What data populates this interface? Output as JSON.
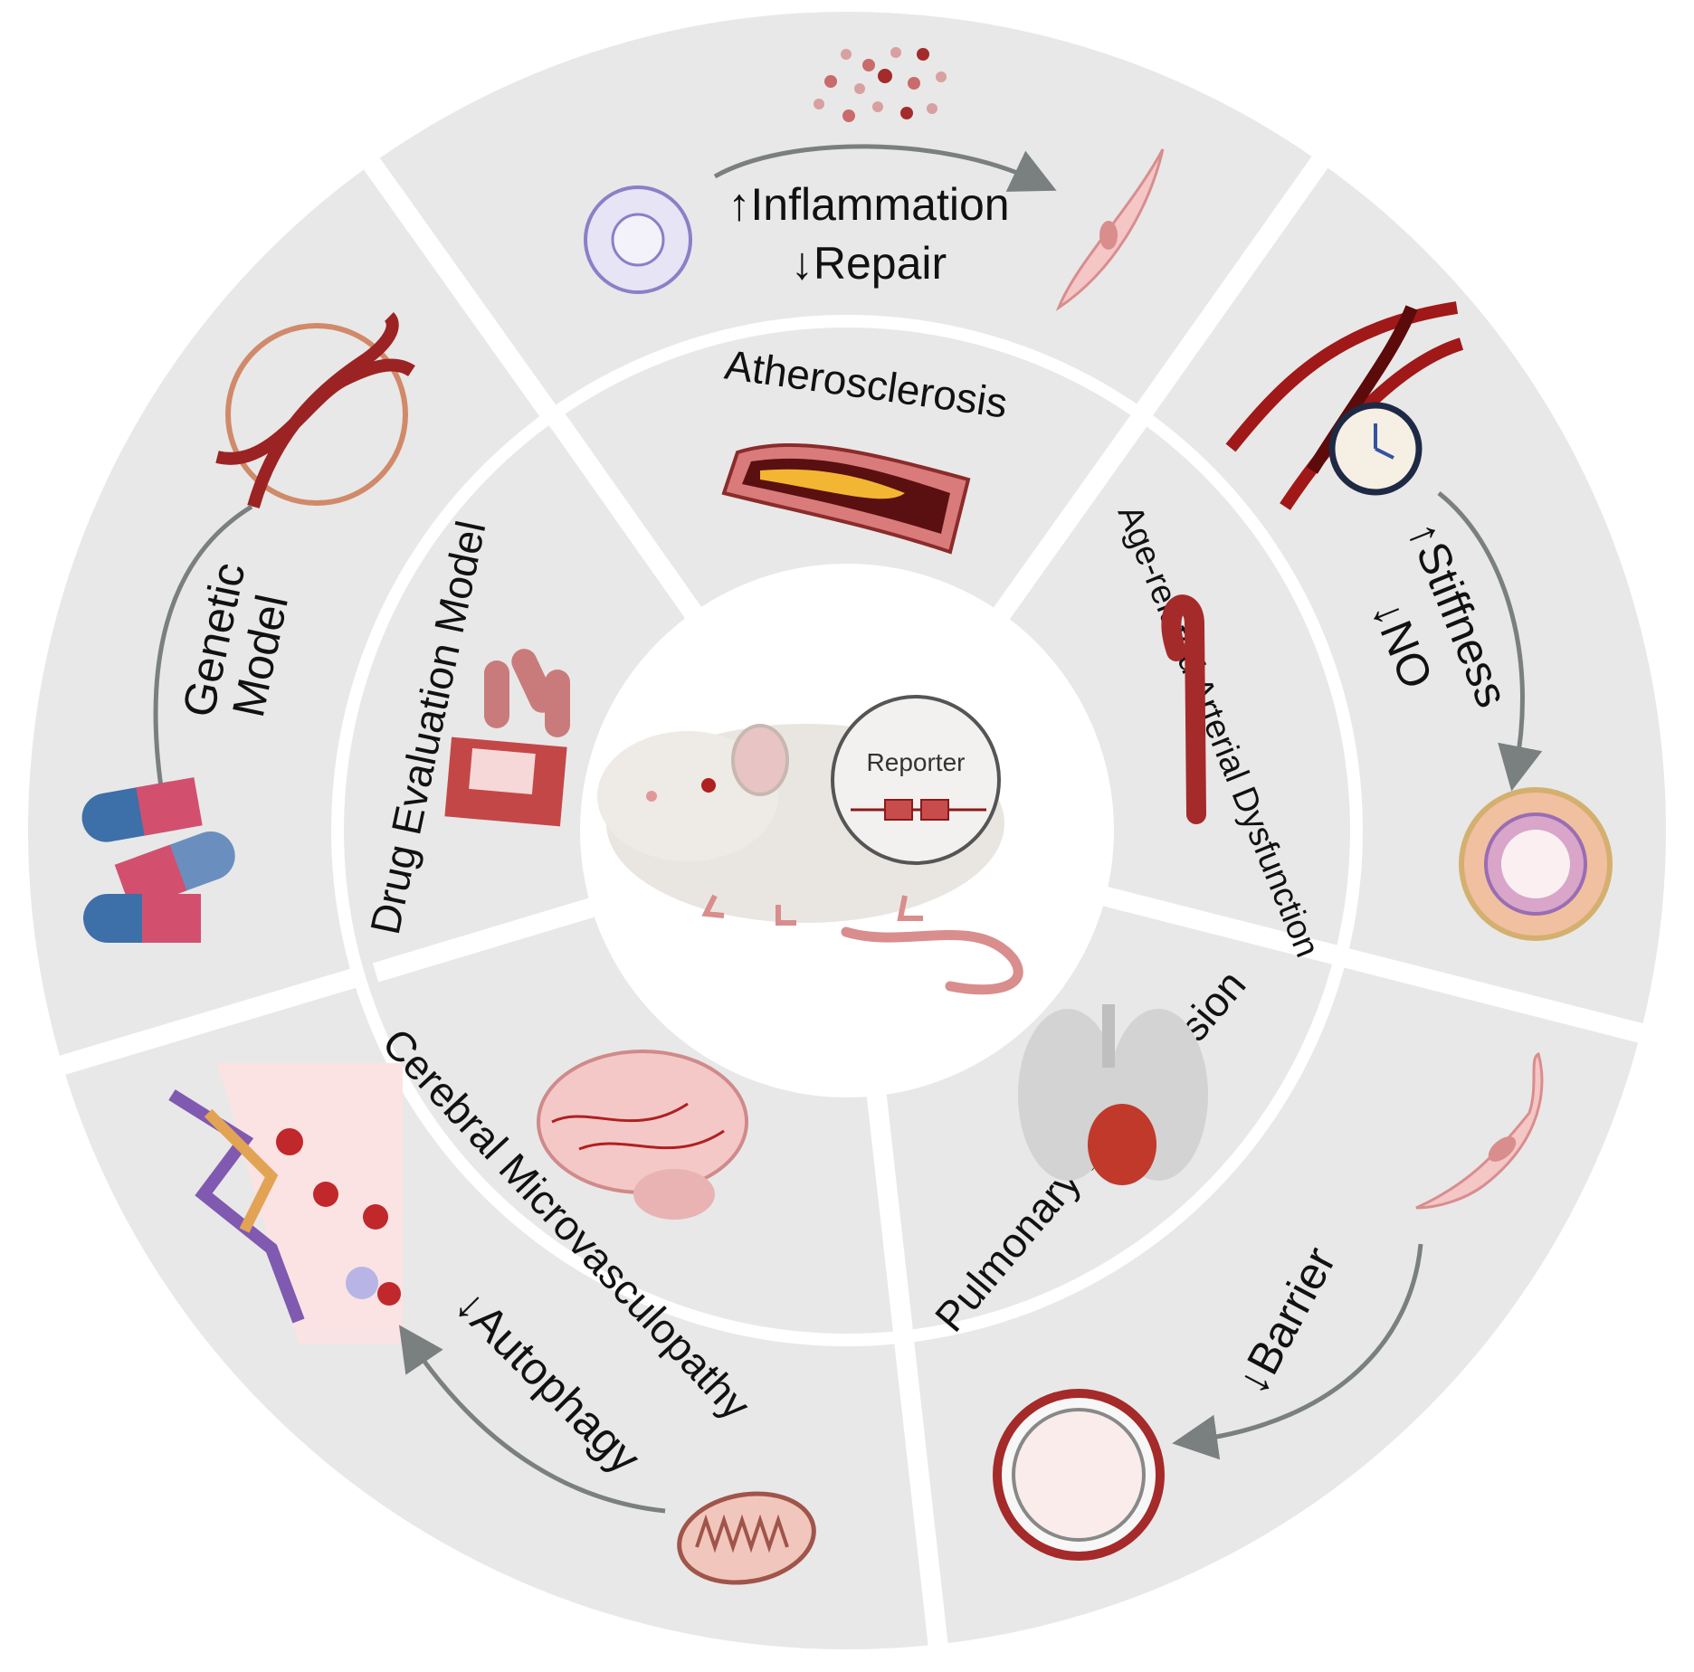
{
  "center": {
    "reporter_label": "Reporter"
  },
  "inner_ring": {
    "atherosclerosis": "Atherosclerosis",
    "age_related": "Age-related Arterial Dysfunction",
    "pulmonary": "Pulmonary Hypertension",
    "cerebral": "Cerebral Microvasculopathy",
    "drug_eval": "Drug Evaluation Model"
  },
  "outer_ring": {
    "inflammation": "↑Inflammation",
    "repair": "↓Repair",
    "stiffness": "↑Stiffness",
    "no": "↓NO",
    "barrier": "↓Barrier",
    "autophagy": "↓Autophagy",
    "genetic": "Genetic",
    "model": "Model"
  },
  "colors": {
    "segment_fill": "#e8e8e8",
    "separator": "#ffffff",
    "arrow": "#7a7f80",
    "accent_red": "#8b1a1a",
    "capsule_blue": "#3d6fa8",
    "capsule_pink": "#d2506e"
  }
}
